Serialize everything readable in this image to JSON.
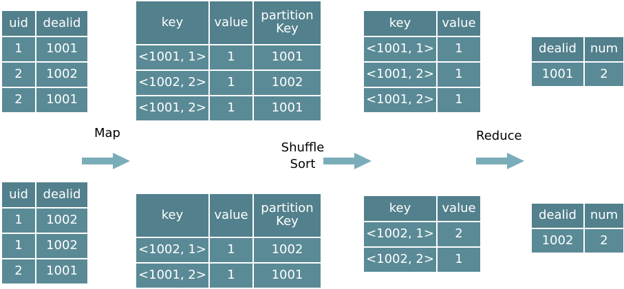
{
  "colors": {
    "cell": "#5a8a96",
    "header": "#52808c",
    "text": "#ffffff",
    "arrow": "#7aadb9"
  },
  "labels": {
    "map": "Map",
    "shuffle": "Shuffle",
    "sort": "Sort",
    "reduce": "Reduce"
  },
  "input_tables": [
    {
      "headers": [
        "uid",
        "dealid"
      ],
      "rows": [
        [
          "1",
          "1001"
        ],
        [
          "2",
          "1002"
        ],
        [
          "2",
          "1001"
        ]
      ]
    },
    {
      "headers": [
        "uid",
        "dealid"
      ],
      "rows": [
        [
          "1",
          "1002"
        ],
        [
          "1",
          "1002"
        ],
        [
          "2",
          "1001"
        ]
      ]
    }
  ],
  "map_tables": [
    {
      "headers": [
        "key",
        "value",
        "partition Key"
      ],
      "rows": [
        [
          "<1001, 1>",
          "1",
          "1001"
        ],
        [
          "<1002, 2>",
          "1",
          "1002"
        ],
        [
          "<1001, 2>",
          "1",
          "1001"
        ]
      ]
    },
    {
      "headers": [
        "key",
        "value",
        "partition Key"
      ],
      "rows": [
        [
          "<1002, 1>",
          "1",
          "1002"
        ],
        [
          "<1001, 2>",
          "1",
          "1001"
        ]
      ]
    }
  ],
  "shuffle_tables": [
    {
      "headers": [
        "key",
        "value"
      ],
      "rows": [
        [
          "<1001, 1>",
          "1"
        ],
        [
          "<1001, 2>",
          "1"
        ],
        [
          "<1001, 2>",
          "1"
        ]
      ]
    },
    {
      "headers": [
        "key",
        "value"
      ],
      "rows": [
        [
          "<1002, 1>",
          "2"
        ],
        [
          "<1002, 2>",
          "1"
        ]
      ]
    }
  ],
  "reduce_tables": [
    {
      "headers": [
        "dealid",
        "num"
      ],
      "rows": [
        [
          "1001",
          "2"
        ]
      ]
    },
    {
      "headers": [
        "dealid",
        "num"
      ],
      "rows": [
        [
          "1002",
          "2"
        ]
      ]
    }
  ]
}
